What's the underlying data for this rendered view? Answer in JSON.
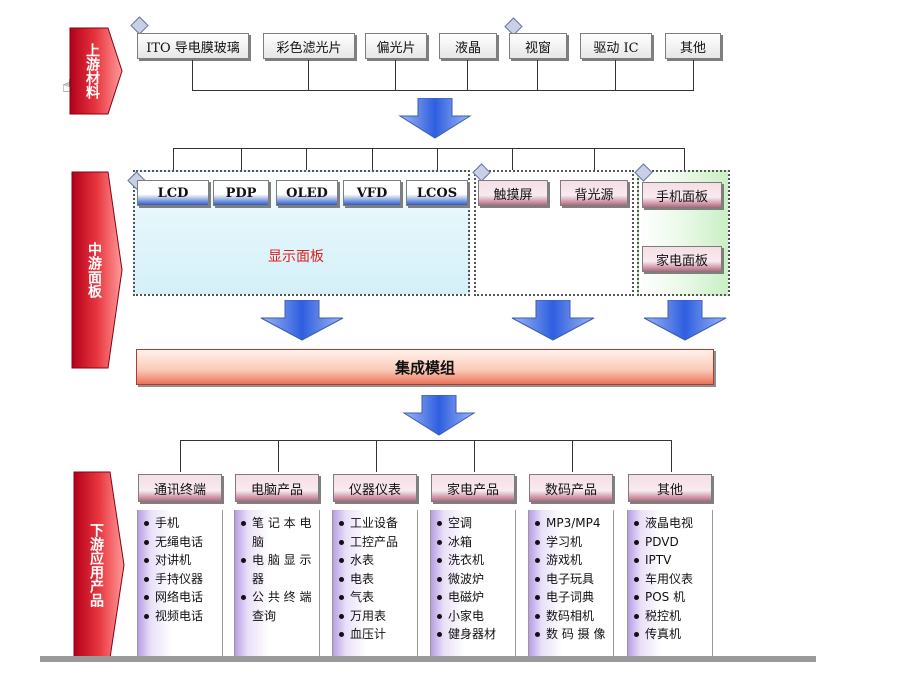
{
  "stages": {
    "upstream": "上游材料",
    "midstream": "中游面板",
    "downstream": "下游应用产品"
  },
  "upstream_items": [
    "ITO 导电膜玻璃",
    "彩色滤光片",
    "偏光片",
    "液晶",
    "视窗",
    "驱动 IC",
    "其他"
  ],
  "display_types": [
    "LCD",
    "PDP",
    "OLED",
    "VFD",
    "LCOS"
  ],
  "display_panel_label": "显示面板",
  "touch_items": [
    "触摸屏",
    "背光源"
  ],
  "panel_items": [
    "手机面板",
    "家电面板"
  ],
  "module_label": "集成模组",
  "categories": [
    {
      "name": "通讯终端",
      "items": [
        "手机",
        "无绳电话",
        "对讲机",
        "手持仪器",
        "网络电话",
        "视频电话"
      ]
    },
    {
      "name": "电脑产品",
      "items": [
        "笔 记 本 电",
        "脑",
        "电 脑 显 示",
        "器",
        "公 共 终 端",
        "查询"
      ]
    },
    {
      "name": "仪器仪表",
      "items": [
        "工业设备",
        "工控产品",
        "水表",
        "电表",
        "气表",
        "万用表",
        "血压计"
      ]
    },
    {
      "name": "家电产品",
      "items": [
        "空调",
        "冰箱",
        "洗衣机",
        "微波炉",
        "电磁炉",
        "小家电",
        "健身器材"
      ]
    },
    {
      "name": "数码产品",
      "items": [
        "MP3/MP4",
        "学习机",
        "游戏机",
        "电子玩具",
        "电子词典",
        "数码相机",
        "数 码 摄 像"
      ]
    },
    {
      "name": "其他",
      "items": [
        "液晶电视",
        "PDVD",
        "IPTV",
        "车用仪表",
        "POS 机",
        "税控机",
        "传真机"
      ]
    }
  ],
  "colors": {
    "stage_red": "#e8363f",
    "display_blue": "#2c5cc8",
    "list_purple": "#b79ee4"
  }
}
